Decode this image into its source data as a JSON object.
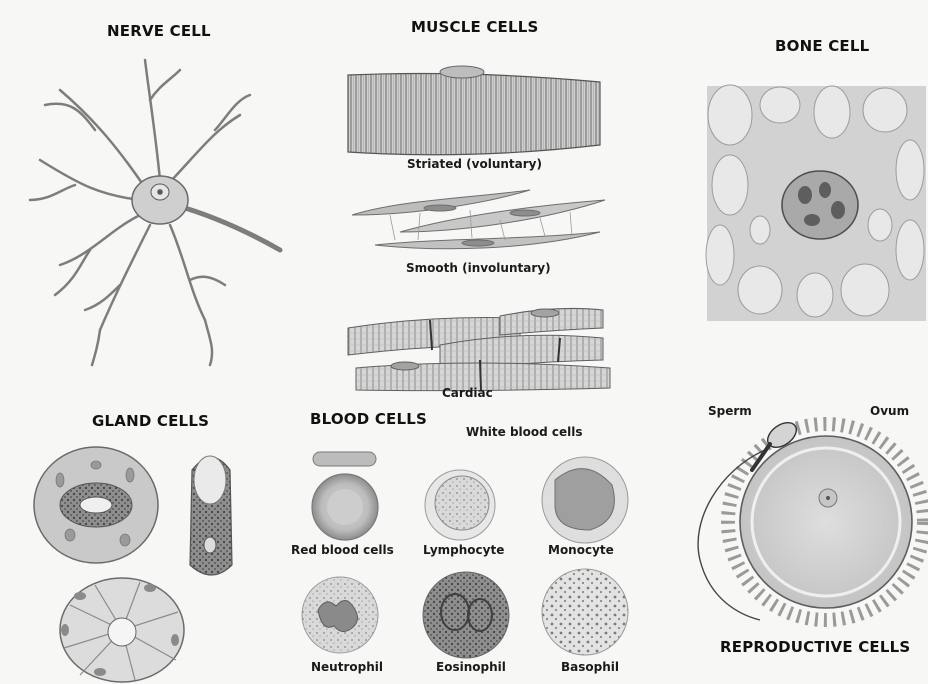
{
  "titles": {
    "nerve": "NERVE CELL",
    "muscle": "MUSCLE CELLS",
    "bone": "BONE CELL",
    "gland": "GLAND CELLS",
    "blood": "BLOOD CELLS",
    "reproductive": "REPRODUCTIVE CELLS"
  },
  "muscle_labels": {
    "striated": "Striated (voluntary)",
    "smooth": "Smooth (involuntary)",
    "cardiac": "Cardiac"
  },
  "blood_labels": {
    "white_header": "White blood cells",
    "red": "Red blood cells",
    "lymphocyte": "Lymphocyte",
    "monocyte": "Monocyte",
    "neutrophil": "Neutrophil",
    "eosinophil": "Eosinophil",
    "basophil": "Basophil"
  },
  "reproductive_labels": {
    "sperm": "Sperm",
    "ovum": "Ovum"
  }
}
